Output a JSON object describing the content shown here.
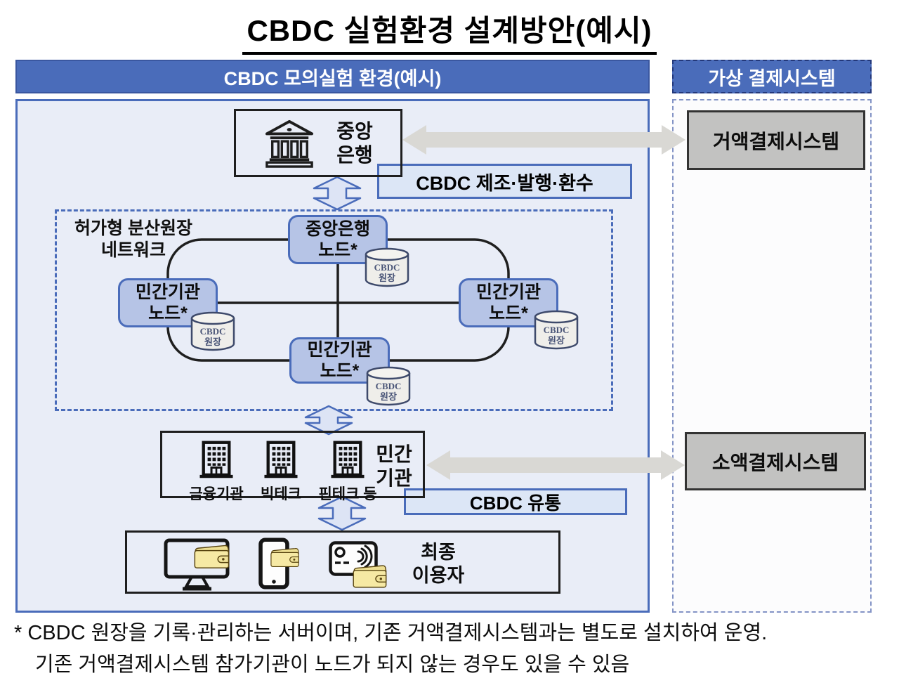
{
  "title": "CBDC 실험환경 설계방안(예시)",
  "left_panel": {
    "header": "CBDC 모의실험 환경(예시)",
    "central_bank_label": "중앙\n은행",
    "issuance_label": "CBDC 제조·발행·환수",
    "network": {
      "title": "허가형 분산원장\n네트워크",
      "central_node": "중앙은행\n노드*",
      "private_node": "민간기관\n노드*",
      "ledger": "CBDC\n원장"
    },
    "private_sector": {
      "members": [
        "금융기관",
        "빅테크",
        "핀테크 등"
      ],
      "label": "민간\n기관"
    },
    "distribution_label": "CBDC 유통",
    "end_user_label": "최종\n이용자"
  },
  "right_panel": {
    "header": "가상 결제시스템",
    "wholesale_system": "거액결제시스템",
    "retail_system": "소액결제시스템"
  },
  "footnote": [
    "* CBDC 원장을 기록·관리하는 서버이며, 기존 거액결제시스템과는 별도로 설치하여 운영.",
    "기존 거액결제시스템 참가기관이 노드가 되지 않는 경우도 있을 수 있음"
  ],
  "icons": {
    "bank": "bank-building-icon",
    "building": "office-building-icon",
    "ledger": "database-cylinder-icon",
    "monitor": "desktop-monitor-icon",
    "phone": "smartphone-icon",
    "card": "contactless-card-icon",
    "wallet": "wallet-icon",
    "flow_arrow": "double-headed-arrow-icon"
  },
  "colors": {
    "header_blue": "#4a6cba",
    "panel_bg": "#e9edf7",
    "node_fill": "#b6c4e6",
    "node_border": "#4a6cba",
    "label_fill": "#dce6f6",
    "gray_box": "#c2c2c1",
    "gray_arrow": "#d9d8d4",
    "wallet_yellow": "#f6e9a4",
    "line_black": "#1f1f1f"
  }
}
